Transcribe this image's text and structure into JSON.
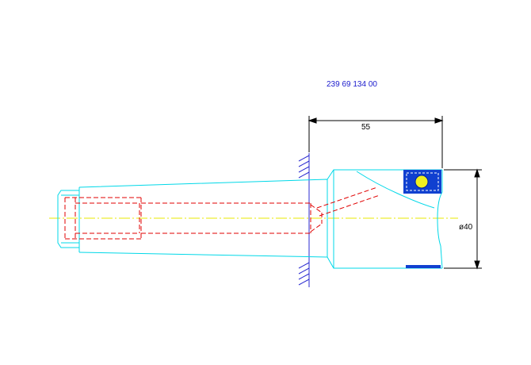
{
  "drawing": {
    "part_number": "239 69 134 00",
    "dimension_length": "55",
    "dimension_diameter": "ø40"
  },
  "colors": {
    "background": "#ffffff",
    "outline": "#00d8e8",
    "hidden_lines": "#e00000",
    "centerline": "#e8e800",
    "dimension": "#000000",
    "part_number_text": "#1a1acc",
    "bearing_blue": "#1040d0",
    "bearing_ball": "#f0f020",
    "ground_hatch": "#2a2ad0"
  }
}
